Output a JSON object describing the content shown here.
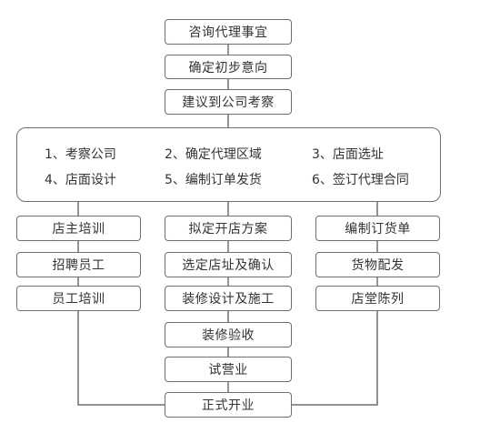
{
  "flow": {
    "step1": "咨询代理事宜",
    "step2": "确定初步意向",
    "step3": "建议到公司考察",
    "steps_list": [
      "1、考察公司",
      "2、确定代理区域",
      "3、店面选址",
      "4、店面设计",
      "5、编制订单发货",
      "6、签订代理合同"
    ],
    "left_column": [
      "店主培训",
      "招聘员工",
      "员工培训"
    ],
    "center_column": [
      "拟定开店方案",
      "选定店址及确认",
      "装修设计及施工",
      "装修验收",
      "试营业"
    ],
    "right_column": [
      "编制订货单",
      "货物配发",
      "店堂陈列"
    ],
    "final": "正式开业"
  }
}
